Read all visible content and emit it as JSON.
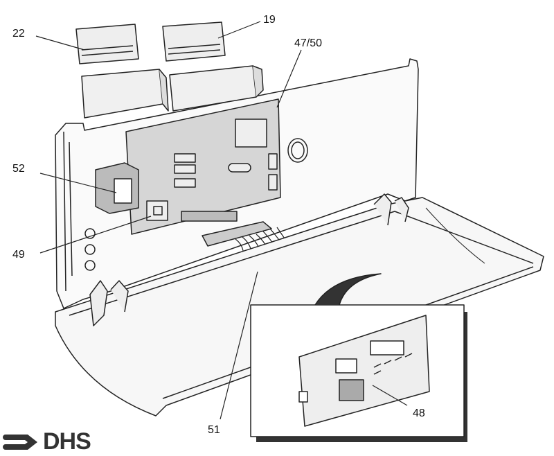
{
  "labels": {
    "l22": "22",
    "l19": "19",
    "l4750": "47/50",
    "l52": "52",
    "l49": "49",
    "l51": "51",
    "l48": "48"
  },
  "logo": {
    "text": "DHS",
    "color": "#333333"
  }
}
